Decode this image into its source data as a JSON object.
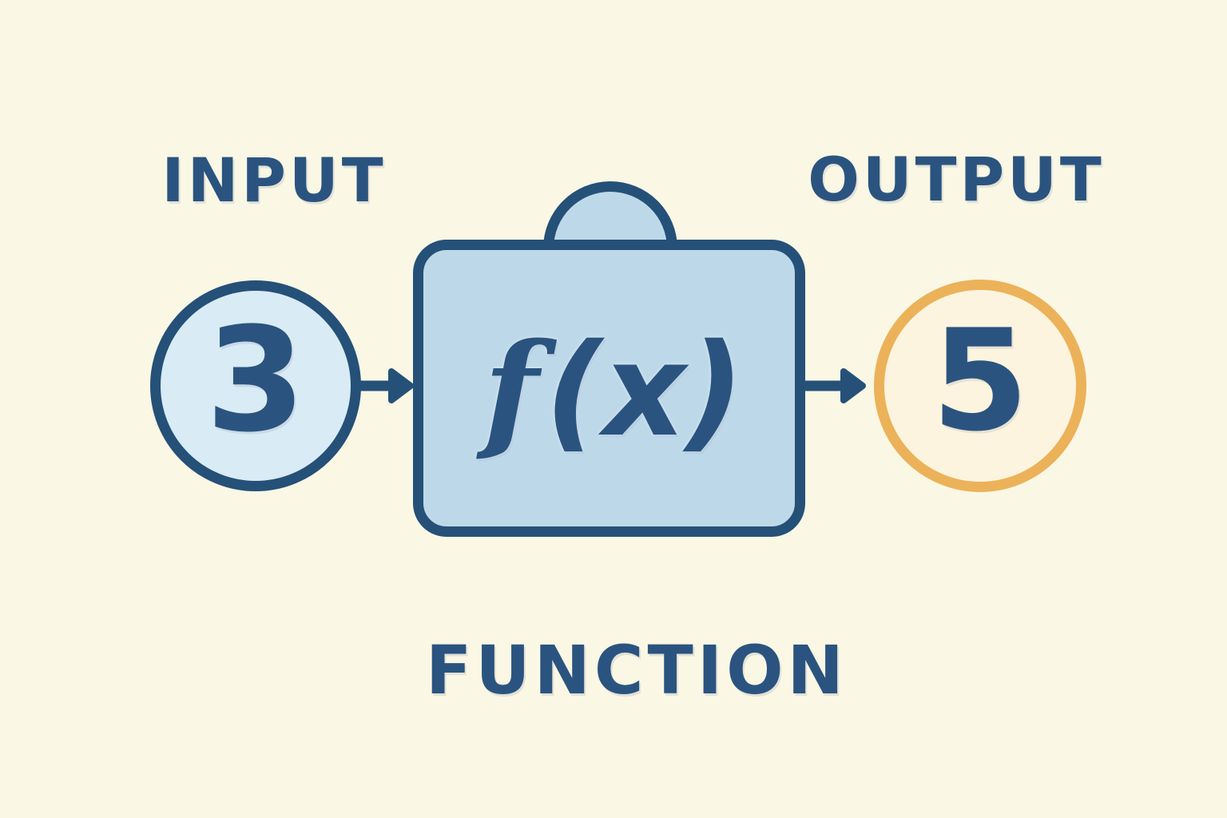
{
  "theme": {
    "bg": "#FAF7E4",
    "navy": "#2A547F",
    "stroke-navy": "#255078",
    "input-fill": "#D9EBF4",
    "box-fill": "#BDD9E9",
    "output-fill": "#FCF4DE",
    "output-ring": "#ECB259"
  },
  "diagram": {
    "input_label": "INPUT",
    "output_label": "OUTPUT",
    "function_label": "FUNCTION",
    "input_value": "3",
    "output_value": "5",
    "formula_f": "f",
    "formula_args": "(x)"
  }
}
